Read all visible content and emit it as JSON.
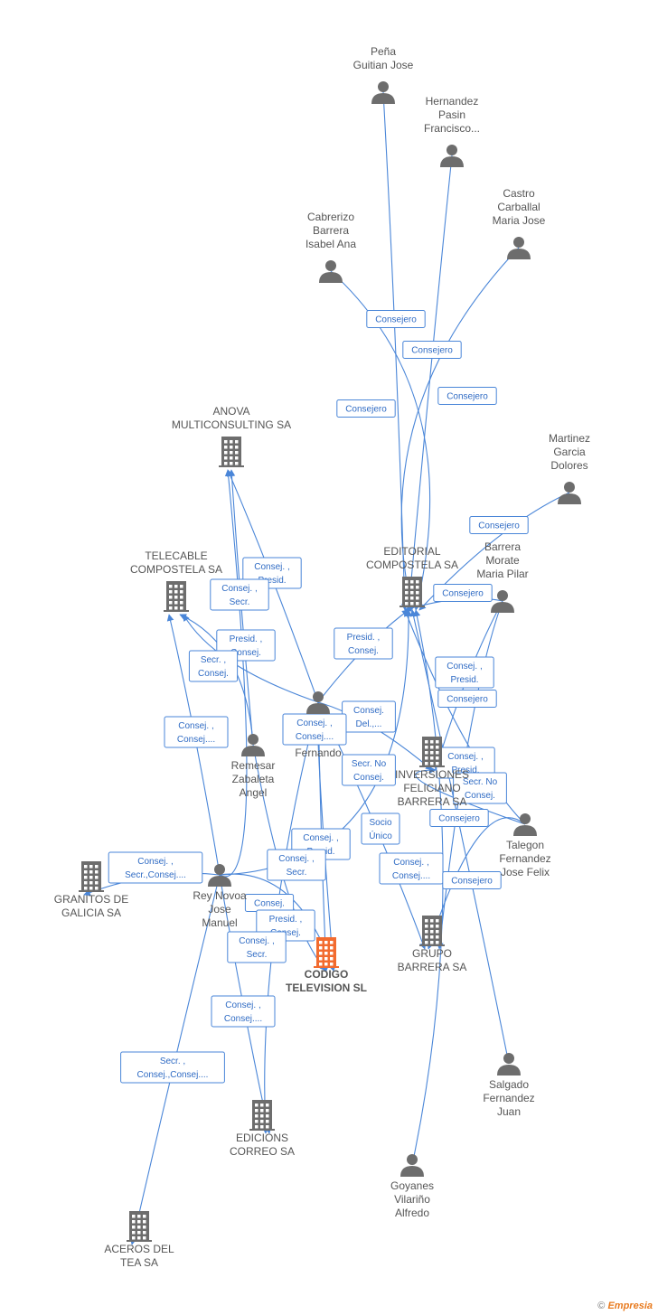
{
  "diagram": {
    "focus_color": "#f26b2f",
    "icon_color": "#6d6d6d",
    "edge_color": "#4a86d8",
    "nodes": [
      {
        "id": "pena",
        "type": "person",
        "lines": [
          "Peña",
          "Guitian Jose"
        ]
      },
      {
        "id": "hernandez",
        "type": "person",
        "lines": [
          "Hernandez",
          "Pasin",
          "Francisco..."
        ]
      },
      {
        "id": "castro",
        "type": "person",
        "lines": [
          "Castro",
          "Carballal",
          "Maria Jose"
        ]
      },
      {
        "id": "cabrerizo",
        "type": "person",
        "lines": [
          "Cabrerizo",
          "Barrera",
          "Isabel Ana"
        ]
      },
      {
        "id": "martinez",
        "type": "person",
        "lines": [
          "Martinez",
          "Garcia",
          "Dolores"
        ]
      },
      {
        "id": "barrera_morate",
        "type": "person",
        "lines": [
          "Barrera",
          "Morate",
          "Maria Pilar"
        ]
      },
      {
        "id": "editorial",
        "type": "company",
        "lines": [
          "EDITORIAL",
          "COMPOSTELA SA"
        ]
      },
      {
        "id": "anova",
        "type": "company",
        "lines": [
          "ANOVA",
          "MULTICONSULTING SA"
        ]
      },
      {
        "id": "telecable",
        "type": "company",
        "lines": [
          "TELECABLE",
          "COMPOSTELA SA"
        ]
      },
      {
        "id": "fernando",
        "type": "person",
        "lines": [
          "Fernando"
        ]
      },
      {
        "id": "remesar",
        "type": "person",
        "lines": [
          "Remesar",
          "Zabaleta",
          "Angel"
        ]
      },
      {
        "id": "inversiones",
        "type": "company",
        "lines": [
          "INVERSIONES",
          "FELICIANO",
          "BARRERA SA"
        ]
      },
      {
        "id": "talegon",
        "type": "person",
        "lines": [
          "Talegon",
          "Fernandez",
          "Jose Felix"
        ]
      },
      {
        "id": "granitos",
        "type": "company",
        "lines": [
          "GRANITOS DE",
          "GALICIA SA"
        ]
      },
      {
        "id": "rey",
        "type": "person",
        "lines": [
          "Rey Novoa",
          "Jose",
          "Manuel"
        ]
      },
      {
        "id": "codigo",
        "type": "focus",
        "lines": [
          "CODIGO",
          "TELEVISION SL"
        ]
      },
      {
        "id": "grupo",
        "type": "company",
        "lines": [
          "GRUPO",
          "BARRERA SA"
        ]
      },
      {
        "id": "salgado",
        "type": "person",
        "lines": [
          "Salgado",
          "Fernandez",
          "Juan"
        ]
      },
      {
        "id": "edicions",
        "type": "company",
        "lines": [
          "EDICIONS",
          "CORREO SA"
        ]
      },
      {
        "id": "goyanes",
        "type": "person",
        "lines": [
          "Goyanes",
          "Vilariño",
          "Alfredo"
        ]
      },
      {
        "id": "aceros",
        "type": "company",
        "lines": [
          "ACEROS DEL",
          "TEA SA"
        ]
      }
    ],
    "edges": [
      {
        "from": "pena",
        "to": "editorial",
        "label": [
          "Consejero"
        ]
      },
      {
        "from": "hernandez",
        "to": "editorial",
        "label": [
          "Consejero"
        ]
      },
      {
        "from": "castro",
        "to": "editorial",
        "label": [
          "Consejero"
        ]
      },
      {
        "from": "cabrerizo",
        "to": "editorial",
        "label": [
          "Consejero"
        ]
      },
      {
        "from": "martinez",
        "to": "editorial",
        "label": [
          "Consejero"
        ]
      },
      {
        "from": "barrera_morate",
        "to": "editorial",
        "label": [
          "Consejero"
        ]
      },
      {
        "from": "fernando",
        "to": "anova",
        "label": [
          "Consej. ,",
          "Presid."
        ]
      },
      {
        "from": "remesar",
        "to": "anova",
        "label": [
          "Consej. ,",
          "Secr."
        ]
      },
      {
        "from": "remesar",
        "to": "telecable",
        "label": [
          "Presid. ,",
          "Consej."
        ]
      },
      {
        "from": "fernando",
        "to": "telecable",
        "label": [
          "Secr. ,",
          "Consej."
        ]
      },
      {
        "from": "rey",
        "to": "telecable",
        "label": [
          "Consej. ,",
          "Consej...."
        ]
      },
      {
        "from": "fernando",
        "to": "editorial",
        "label": [
          "Presid. ,",
          "Consej."
        ]
      },
      {
        "from": "fernando",
        "to": "inversiones",
        "label": [
          "Consej.",
          "Del.,..."
        ]
      },
      {
        "from": "barrera_morate",
        "to": "inversiones",
        "label": [
          "Consej. ,",
          "Presid."
        ]
      },
      {
        "from": "barrera_morate",
        "to": "grupo",
        "label": [
          "Consejero"
        ]
      },
      {
        "from": "talegon",
        "to": "editorial",
        "label": [
          "Consej. ,",
          "Presid."
        ]
      },
      {
        "from": "talegon",
        "to": "grupo",
        "label": [
          "Secr. No",
          "Consej."
        ]
      },
      {
        "from": "salgado",
        "to": "editorial",
        "label": [
          "Consejero"
        ]
      },
      {
        "from": "talegon",
        "to": "inversiones",
        "label": [
          "Secr. No",
          "Consej."
        ]
      },
      {
        "from": "fernando",
        "to": "codigo",
        "label": [
          "Consej. ,",
          "Consej...."
        ]
      },
      {
        "from": "fernando",
        "to": "grupo",
        "label": [
          "Socio",
          "Único"
        ]
      },
      {
        "from": "rey",
        "to": "editorial",
        "label": [
          "Consej. ,",
          "Consej...."
        ]
      },
      {
        "from": "fernando",
        "to": "codigo",
        "label": [
          "Consej. ,",
          "Presid."
        ]
      },
      {
        "from": "goyanes",
        "to": "editorial",
        "label": [
          "Consejero"
        ]
      },
      {
        "from": "rey",
        "to": "codigo",
        "label": [
          "Consej. ,",
          "Secr."
        ]
      },
      {
        "from": "rey",
        "to": "granitos",
        "label": [
          "Consej. ,",
          "Secr.,Consej...."
        ]
      },
      {
        "from": "rey",
        "to": "anova",
        "label": [
          "Consej."
        ]
      },
      {
        "from": "remesar",
        "to": "codigo",
        "label": [
          "Presid. ,",
          "Consej."
        ]
      },
      {
        "from": "fernando",
        "to": "edicions",
        "label": [
          "Consej. ,",
          "Secr."
        ]
      },
      {
        "from": "rey",
        "to": "edicions",
        "label": [
          "Consej. ,",
          "Consej...."
        ]
      },
      {
        "from": "rey",
        "to": "aceros",
        "label": [
          "Secr. ,",
          "Consej.,Consej...."
        ]
      }
    ]
  },
  "brand": {
    "symbol": "©",
    "name": "Empresia"
  }
}
